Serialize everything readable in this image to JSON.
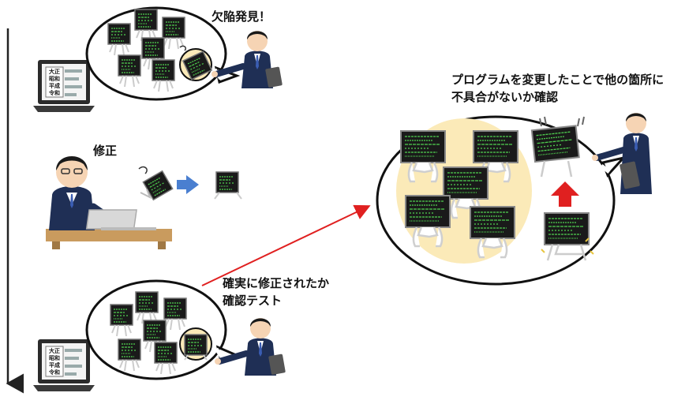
{
  "labels": {
    "defect_found": "欠陥発見！",
    "fix": "修正",
    "confirm_test_line1": "確実に修正されたか",
    "confirm_test_line2": "確認テスト",
    "regression_line1": "プログラムを変更したことで他の箇所に",
    "regression_line2": "不具合がないか確認"
  },
  "laptop_screen_rows": [
    "大正",
    "昭和",
    "平成",
    "令和"
  ],
  "colors": {
    "arrow_red": "#e02020",
    "arrow_blue": "#4a7fd0",
    "bubble_fill": "#fbeab8",
    "screen_bg": "#1a1a1a",
    "code_green": "#4fd04f",
    "suit": "#1f2f55",
    "timeline": "#222222"
  }
}
